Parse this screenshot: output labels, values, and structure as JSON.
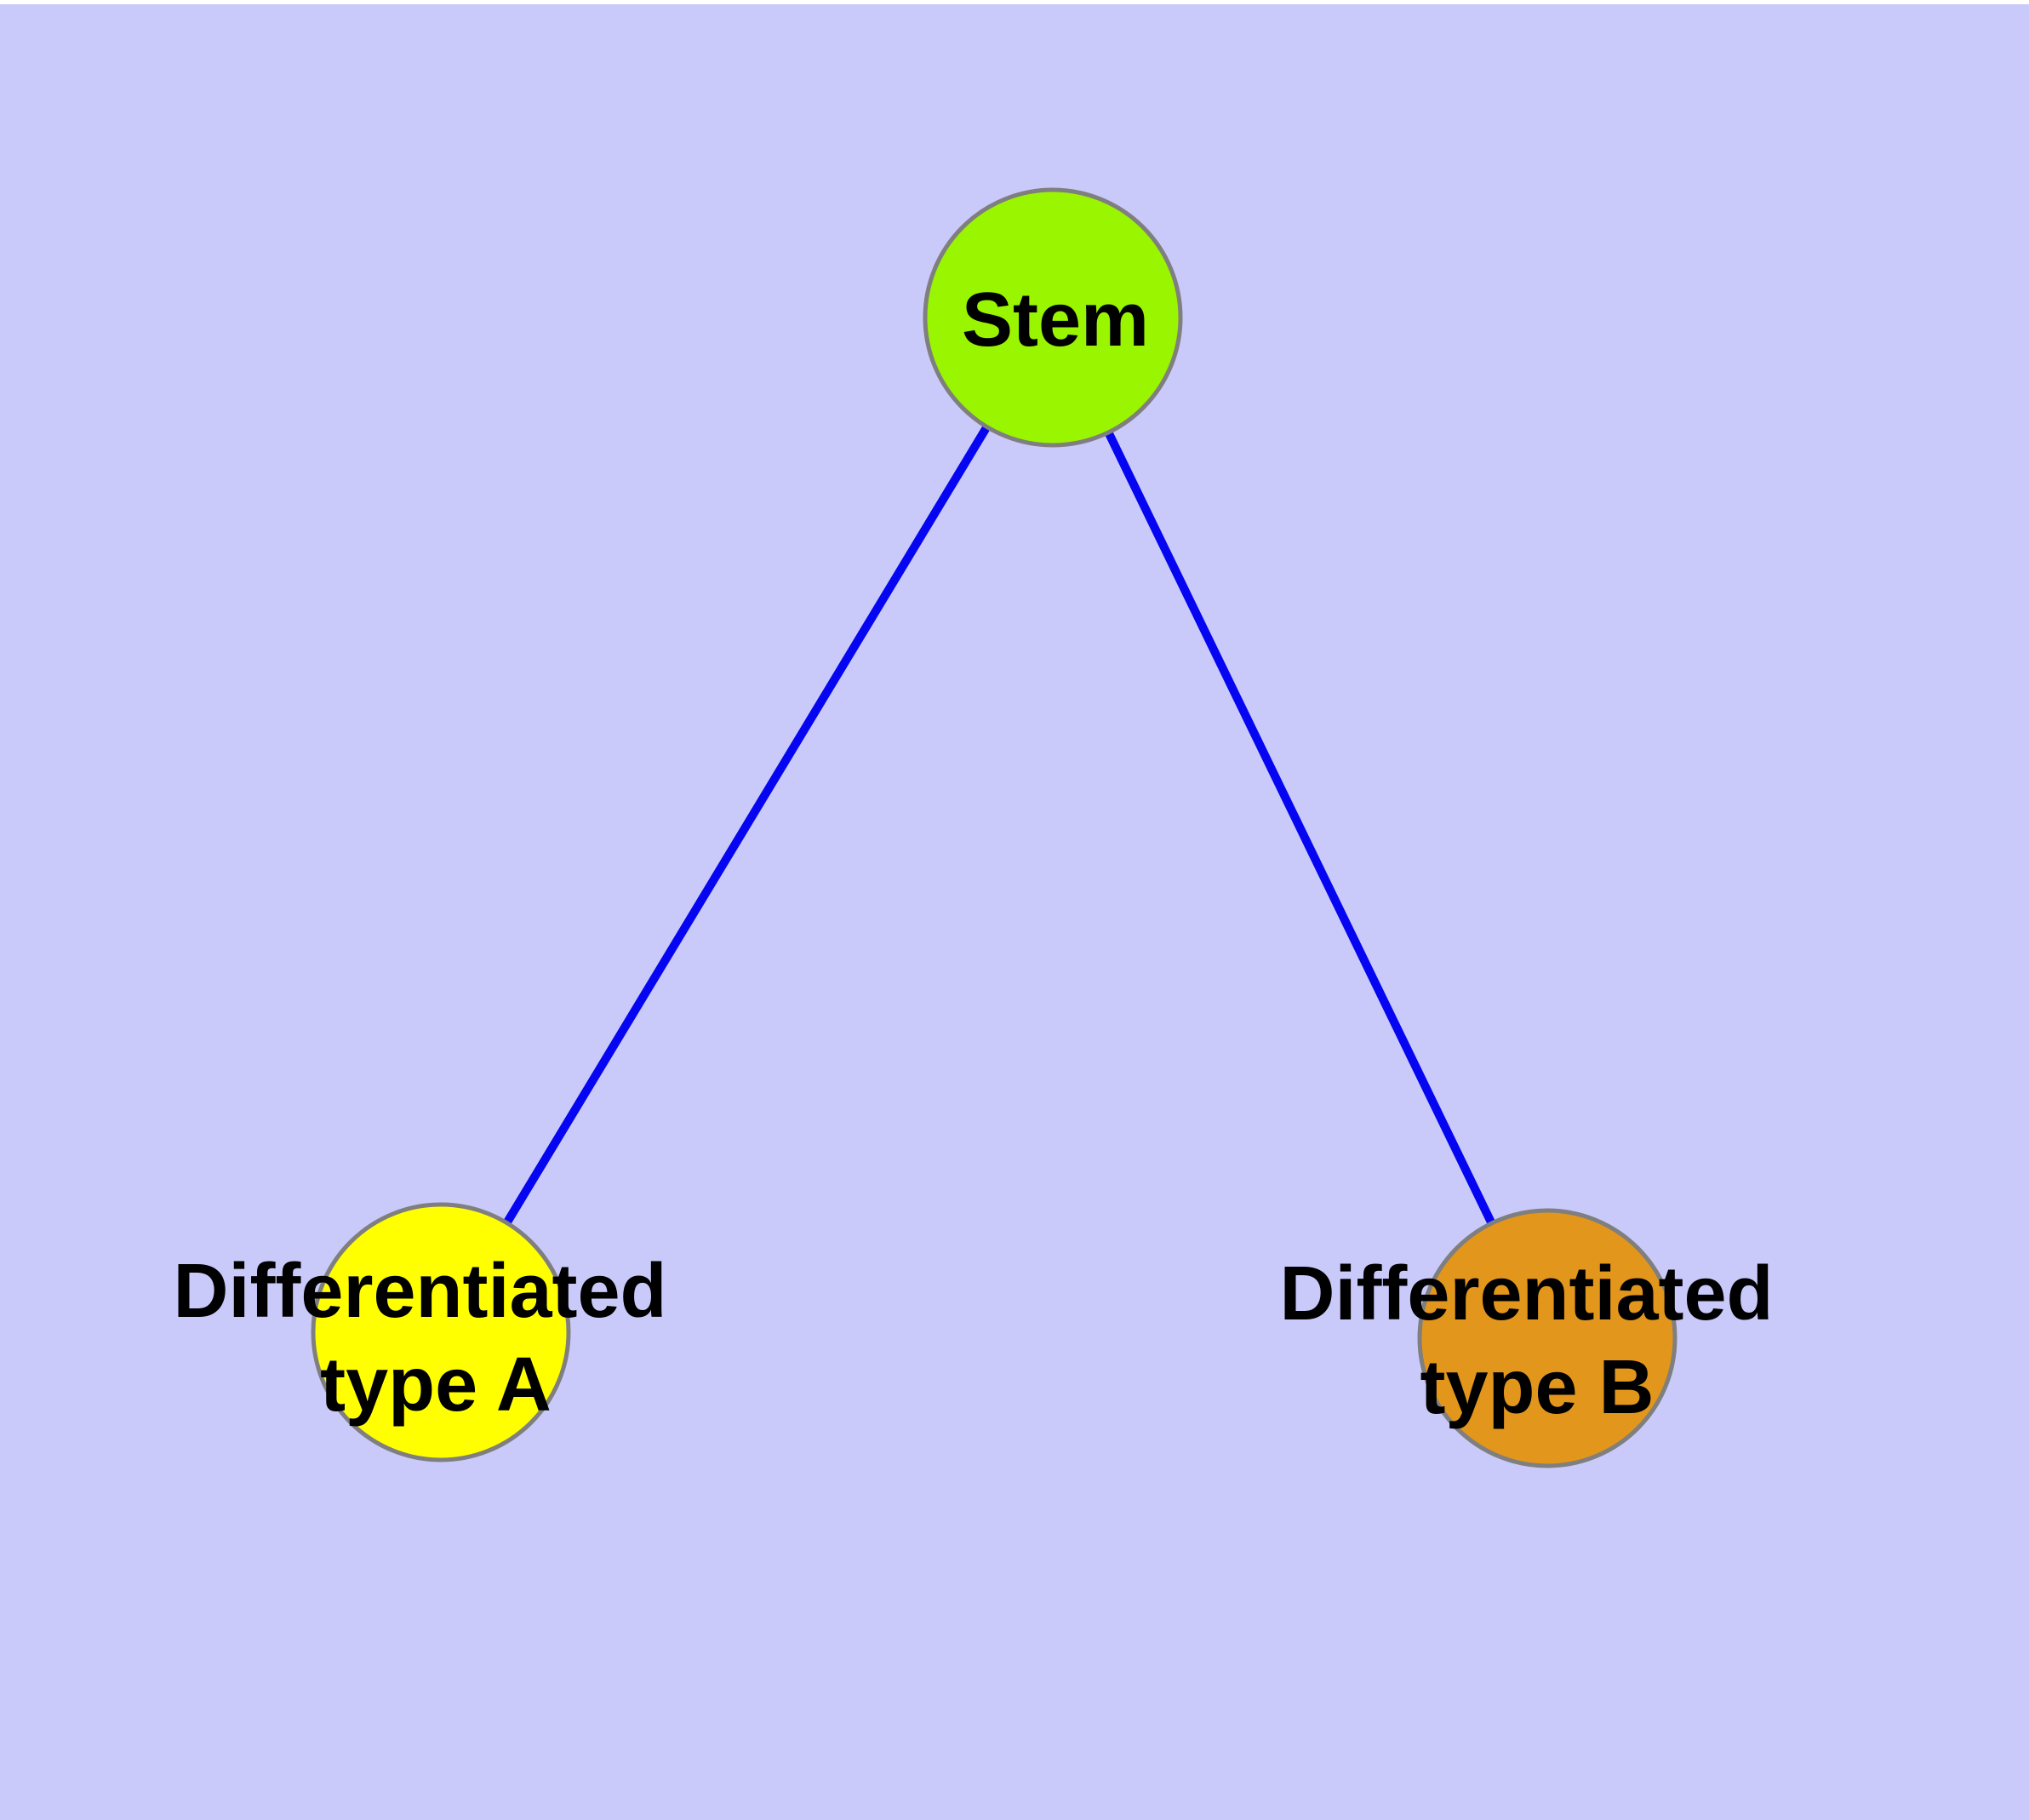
{
  "diagram": {
    "background_color": "#cacafa",
    "edge_color": "#0505f2",
    "node_border_color": "#7f7f7f",
    "label_color": "#000000",
    "nodes": {
      "stem": {
        "id": "stem",
        "label": "Stem",
        "fill": "#9af500"
      },
      "type_a": {
        "id": "type_a",
        "label_line1": "Differentiated",
        "label_line2": "type A",
        "fill": "#ffff00"
      },
      "type_b": {
        "id": "type_b",
        "label_line1": "Differentiated",
        "label_line2": "type B",
        "fill": "#e2961c"
      }
    },
    "edges": [
      {
        "from": "stem",
        "to": "type_a"
      },
      {
        "from": "stem",
        "to": "type_b"
      }
    ]
  }
}
